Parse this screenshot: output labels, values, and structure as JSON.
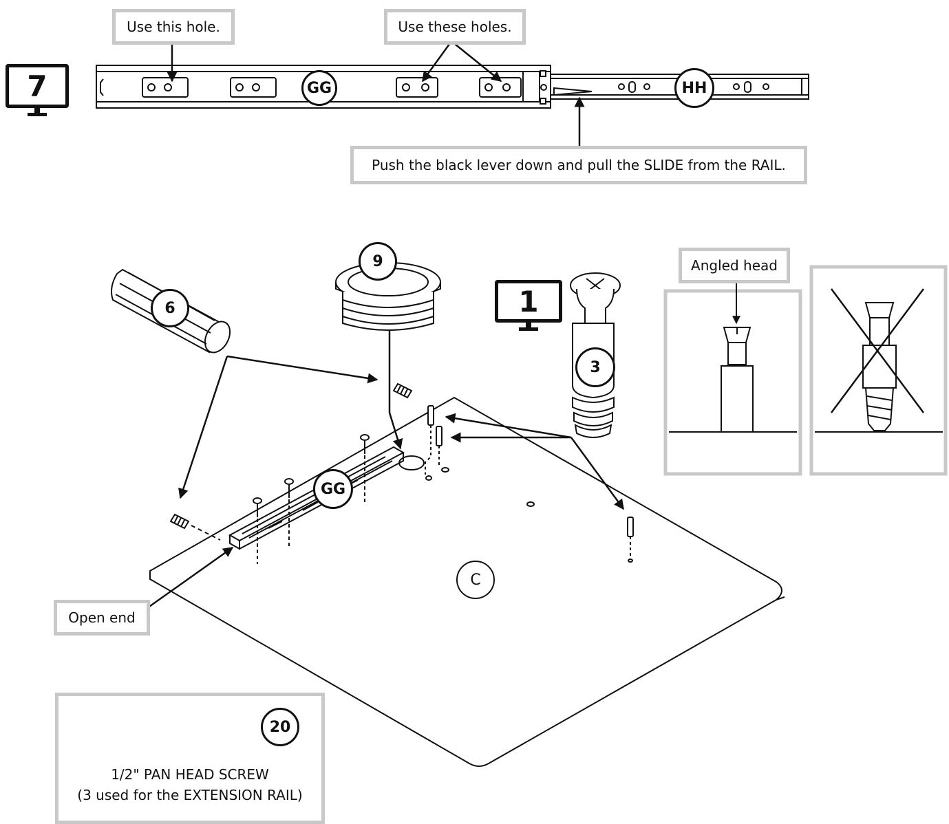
{
  "steps": {
    "top_step": "7",
    "middle_step": "1"
  },
  "callouts": {
    "use_this_hole": "Use this hole.",
    "use_these_holes": "Use these holes.",
    "push_lever": "Push the black lever down and pull the SLIDE from the RAIL.",
    "angled_head": "Angled head",
    "open_end": "Open end"
  },
  "part_tags": {
    "gg_top": "GG",
    "hh": "HH",
    "part_9": "9",
    "part_6": "6",
    "part_3": "3",
    "gg_board": "GG",
    "board_c": "C",
    "part_20": "20"
  },
  "legend": {
    "line1": "1/2\" PAN HEAD SCREW",
    "line2": "(3 used for the EXTENSION RAIL)"
  }
}
